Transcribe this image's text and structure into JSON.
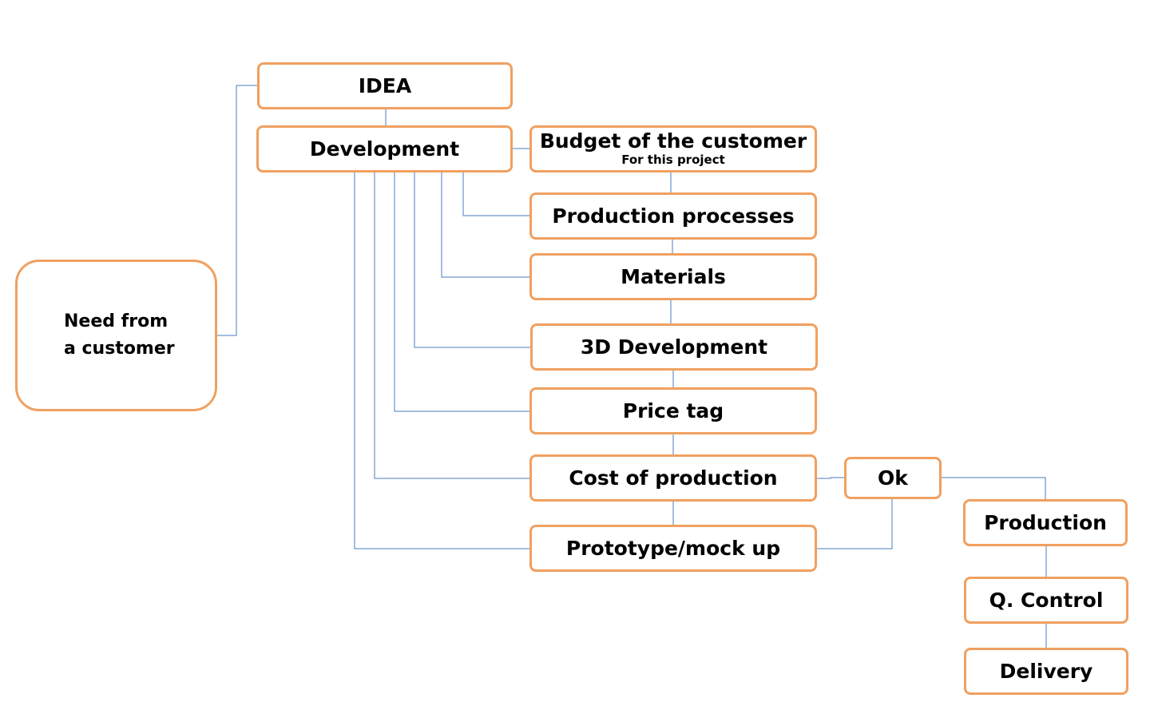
{
  "diagram": {
    "need": {
      "line1": "Need from",
      "line2": "a customer"
    },
    "idea": "IDEA",
    "development": "Development",
    "budget": {
      "title": "Budget of the customer",
      "subtitle": "For this project"
    },
    "production_processes": "Production processes",
    "materials": "Materials",
    "development_3d": "3D Development",
    "price_tag": "Price tag",
    "cost_of_production": "Cost of production",
    "prototype": "Prototype/mock up",
    "ok": "Ok",
    "production": "Production",
    "quality_control": "Q. Control",
    "delivery": "Delivery"
  },
  "colors": {
    "box_border": "#f0a060",
    "connector": "#4a7ec0",
    "text": "#000000"
  }
}
